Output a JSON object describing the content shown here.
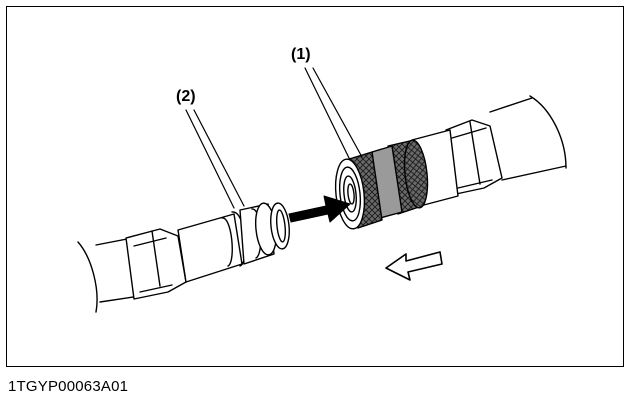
{
  "figure": {
    "callout_1": "(1)",
    "callout_2": "(2)",
    "figure_id": "1TGYP00063A01"
  },
  "colors": {
    "line": "#000000",
    "knurl_fill": "#6a6a6a",
    "collar_fill": "#9a9a9a",
    "arrow_fill": "#000000",
    "arrow_outline_fill": "#ffffff"
  }
}
